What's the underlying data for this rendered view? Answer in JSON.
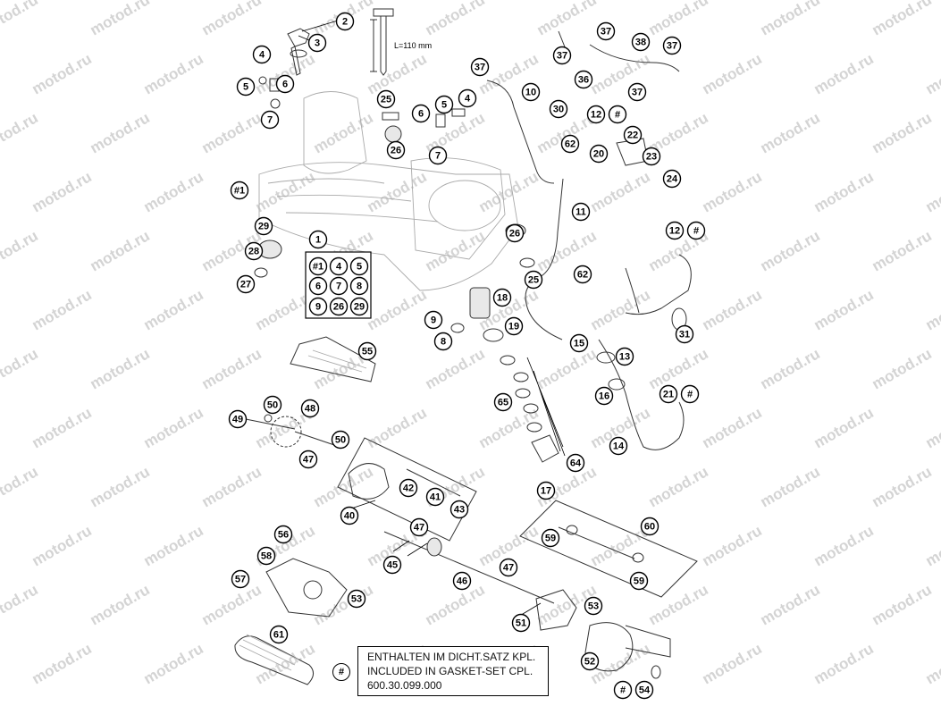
{
  "watermark": "motod.ru",
  "dimension_label": "L=110 mm",
  "note": {
    "symbol": "#",
    "lines": [
      "ENTHALTEN IM DICHT.SATZ KPL.",
      "INCLUDED IN GASKET-SET CPL.",
      "600.30.099.000"
    ]
  },
  "kit": {
    "label": "1",
    "items": [
      "#1",
      "4",
      "5",
      "6",
      "7",
      "8",
      "9",
      "26",
      "29"
    ]
  },
  "callouts": [
    {
      "id": "2",
      "label": "2"
    },
    {
      "id": "3",
      "label": "3"
    },
    {
      "id": "4a",
      "label": "4"
    },
    {
      "id": "5a",
      "label": "5"
    },
    {
      "id": "6a",
      "label": "6"
    },
    {
      "id": "7a",
      "label": "7"
    },
    {
      "id": "h1",
      "label": "#1"
    },
    {
      "id": "25a",
      "label": "25"
    },
    {
      "id": "26a",
      "label": "26"
    },
    {
      "id": "6b",
      "label": "6"
    },
    {
      "id": "5b",
      "label": "5"
    },
    {
      "id": "4b",
      "label": "4"
    },
    {
      "id": "7b",
      "label": "7"
    },
    {
      "id": "37a",
      "label": "37"
    },
    {
      "id": "10",
      "label": "10"
    },
    {
      "id": "30",
      "label": "30"
    },
    {
      "id": "36",
      "label": "36"
    },
    {
      "id": "37b",
      "label": "37"
    },
    {
      "id": "37c",
      "label": "37"
    },
    {
      "id": "38",
      "label": "38"
    },
    {
      "id": "37d",
      "label": "37"
    },
    {
      "id": "37e",
      "label": "37"
    },
    {
      "id": "12a",
      "label": "12"
    },
    {
      "id": "ha",
      "label": "#"
    },
    {
      "id": "22",
      "label": "22"
    },
    {
      "id": "62a",
      "label": "62"
    },
    {
      "id": "20",
      "label": "20"
    },
    {
      "id": "23",
      "label": "23"
    },
    {
      "id": "24",
      "label": "24"
    },
    {
      "id": "11",
      "label": "11"
    },
    {
      "id": "12b",
      "label": "12"
    },
    {
      "id": "hb",
      "label": "#"
    },
    {
      "id": "29",
      "label": "29"
    },
    {
      "id": "28",
      "label": "28"
    },
    {
      "id": "27",
      "label": "27"
    },
    {
      "id": "26b",
      "label": "26"
    },
    {
      "id": "25b",
      "label": "25"
    },
    {
      "id": "62b",
      "label": "62"
    },
    {
      "id": "18",
      "label": "18"
    },
    {
      "id": "19",
      "label": "19"
    },
    {
      "id": "9",
      "label": "9"
    },
    {
      "id": "8",
      "label": "8"
    },
    {
      "id": "31",
      "label": "31"
    },
    {
      "id": "15",
      "label": "15"
    },
    {
      "id": "13",
      "label": "13"
    },
    {
      "id": "55",
      "label": "55"
    },
    {
      "id": "16",
      "label": "16"
    },
    {
      "id": "21",
      "label": "21"
    },
    {
      "id": "hc",
      "label": "#"
    },
    {
      "id": "65",
      "label": "65"
    },
    {
      "id": "14",
      "label": "14"
    },
    {
      "id": "64",
      "label": "64"
    },
    {
      "id": "50a",
      "label": "50"
    },
    {
      "id": "48",
      "label": "48"
    },
    {
      "id": "49",
      "label": "49"
    },
    {
      "id": "50b",
      "label": "50"
    },
    {
      "id": "47a",
      "label": "47"
    },
    {
      "id": "42",
      "label": "42"
    },
    {
      "id": "41",
      "label": "41"
    },
    {
      "id": "43",
      "label": "43"
    },
    {
      "id": "40",
      "label": "40"
    },
    {
      "id": "17",
      "label": "17"
    },
    {
      "id": "47b",
      "label": "47"
    },
    {
      "id": "60",
      "label": "60"
    },
    {
      "id": "59a",
      "label": "59"
    },
    {
      "id": "56",
      "label": "56"
    },
    {
      "id": "58",
      "label": "58"
    },
    {
      "id": "45",
      "label": "45"
    },
    {
      "id": "59b",
      "label": "59"
    },
    {
      "id": "57",
      "label": "57"
    },
    {
      "id": "47c",
      "label": "47"
    },
    {
      "id": "46",
      "label": "46"
    },
    {
      "id": "53a",
      "label": "53"
    },
    {
      "id": "53b",
      "label": "53"
    },
    {
      "id": "51",
      "label": "51"
    },
    {
      "id": "61",
      "label": "61"
    },
    {
      "id": "52",
      "label": "52"
    },
    {
      "id": "hd",
      "label": "#"
    },
    {
      "id": "54",
      "label": "54"
    }
  ]
}
